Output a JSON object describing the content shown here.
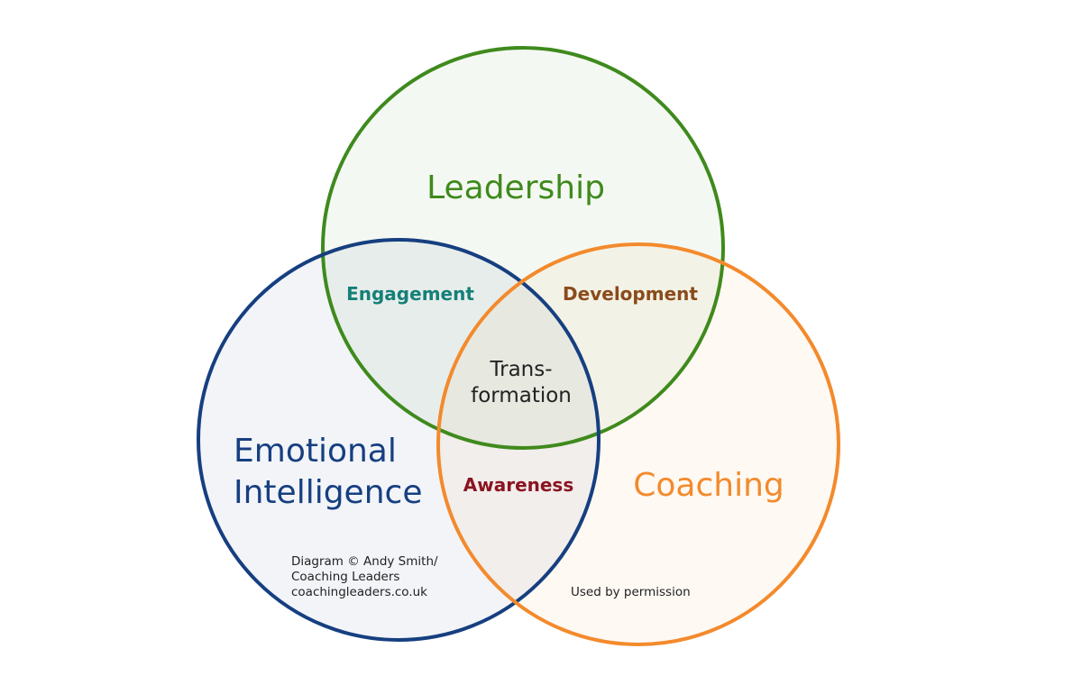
{
  "colors": {
    "leadership": "#3f8a1d",
    "emotional": "#163f80",
    "coaching": "#f38a2c",
    "engagement": "#158078",
    "development": "#8a4b1b",
    "awareness": "#8a1420",
    "transformation": "#222222",
    "credit": "#222222"
  },
  "circles": {
    "leadership": "Leadership",
    "emotional_line1": "Emotional",
    "emotional_line2": "Intelligence",
    "coaching": "Coaching"
  },
  "overlaps": {
    "engagement": "Engagement",
    "development": "Development",
    "awareness": "Awareness",
    "transformation_line1": "Trans-",
    "transformation_line2": "formation"
  },
  "credits": {
    "line1": "Diagram © Andy Smith/",
    "line2": "Coaching Leaders",
    "line3": "coachingleaders.co.uk",
    "permission": "Used by permission"
  }
}
